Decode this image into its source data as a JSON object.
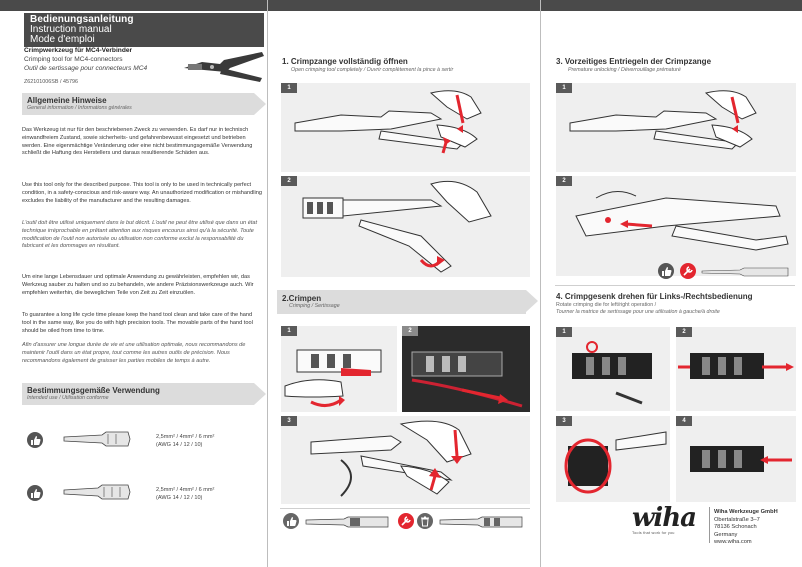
{
  "header": {
    "title_de": "Bedienungsanleitung",
    "title_en": "Instruction manual",
    "title_fr": "Mode d'emploi"
  },
  "product": {
    "name_de": "Crimpwerkzeug für MC4-Verbinder",
    "name_en": "Crimping tool for MC4-connectors",
    "name_fr": "Outil de sertissage pour connecteurs MC4",
    "code": "Z62101006SB / 45796"
  },
  "general": {
    "heading": "Allgemeine Hinweise",
    "sub": "General information / Informations générales",
    "para_de": "Das Werkzeug ist nur für den beschriebenen Zweck zu verwenden. Es darf nur in technisch einwandfreiem Zustand, sowie sicherheits- und gefahrenbewusst eingesetzt und betrieben werden. Eine eigenmächtige Veränderung oder eine nicht bestimmungsgemäße Verwendung schließt die Haftung des Herstellers und daraus resultierende Schäden aus.",
    "para_en": "Use this tool only for the described purpose. This tool is only to be used in technically perfect condition, in a safety-conscious and risk-aware way. An unauthorized modification or mishandling excludes the liability of the manufacturer and the resulting damages.",
    "para_fr": "L'outil doit être utilisé uniquement dans le but décrit. L'outil ne peut être utilisé que dans un état technique irréprochable en prêtant attention aux risques encourus ainsi qu'à la sécurité. Toute modification de l'outil non autorisée ou utilisation non conforme exclut la responsabilité du fabricant et les dommages en résultant.",
    "para2_de": "Um eine lange Lebensdauer und optimale Anwendung zu gewährleisten, empfehlen wir, das Werkzeug sauber zu halten und so zu behandeln, wie andere Präzisionswerkzeuge auch. Wir empfehlen weiterhin, die beweglichen Teile von Zeit zu Zeit einzuölen.",
    "para2_en": "To guarantee a long life cycle time please keep the hand tool clean and take care of the hand tool in the same way, like you do with high precision tools. The movable parts of the hand tool should be oiled from time to time.",
    "para2_fr": "Afin d'assurer une longue durée de vie et une utilisation optimale, nous recommandons de maintenir l'outil dans un état propre, tout comme les autres outils de précision. Nous recommandons également de graisser les parties mobiles de temps à autre."
  },
  "intended": {
    "heading": "Bestimmungsgemäße Verwendung",
    "sub": "Intended use / Utilisation conforme",
    "spec1_a": "2,5mm² / 4mm² / 6 mm²",
    "spec1_b": "(AWG 14 / 12 / 10)",
    "spec2_a": "2,5mm² / 4mm² / 6 mm²",
    "spec2_b": "(AWG 14 / 12 / 10)"
  },
  "step1": {
    "num": "1.",
    "heading": "Crimpzange vollständig öffnen",
    "sub": "Open crimping tool completely / Ouvrir complètement la pince à sertir",
    "fig1": "1",
    "fig2": "2"
  },
  "step2": {
    "num": "2.",
    "heading": "Crimpen",
    "sub": "Crimping / Sertissage",
    "fig1": "1",
    "fig2": "2",
    "fig3": "3"
  },
  "step3": {
    "num": "3.",
    "heading": "Vorzeitiges Entriegeln der Crimpzange",
    "sub": "Premature unlocking / Déverrouillage prématuré",
    "fig1": "1",
    "fig2": "2"
  },
  "step4": {
    "num": "4.",
    "heading": "Crimpgesenk drehen für Links-/Rechtsbedienung",
    "sub": "Rotate crimping die for left/right operation /",
    "sub2": "Tourner la matrice de sertissage pour une utilisation à gauche/à droite",
    "fig1": "1",
    "fig2": "2",
    "fig3": "3",
    "fig4": "4"
  },
  "brand": {
    "logo": "wiha",
    "tagline": "Tools that work for you",
    "company": "Wiha Werkzeuge GmbH",
    "street": "Obertalstraße 3–7",
    "city": "78136 Schonach",
    "country": "Germany",
    "web": "www.wiha.com"
  },
  "colors": {
    "accent_red": "#e3262f",
    "bar_gray": "#4a4a4a",
    "section_gray": "#dcdcdc",
    "figure_bg": "#efefef"
  }
}
